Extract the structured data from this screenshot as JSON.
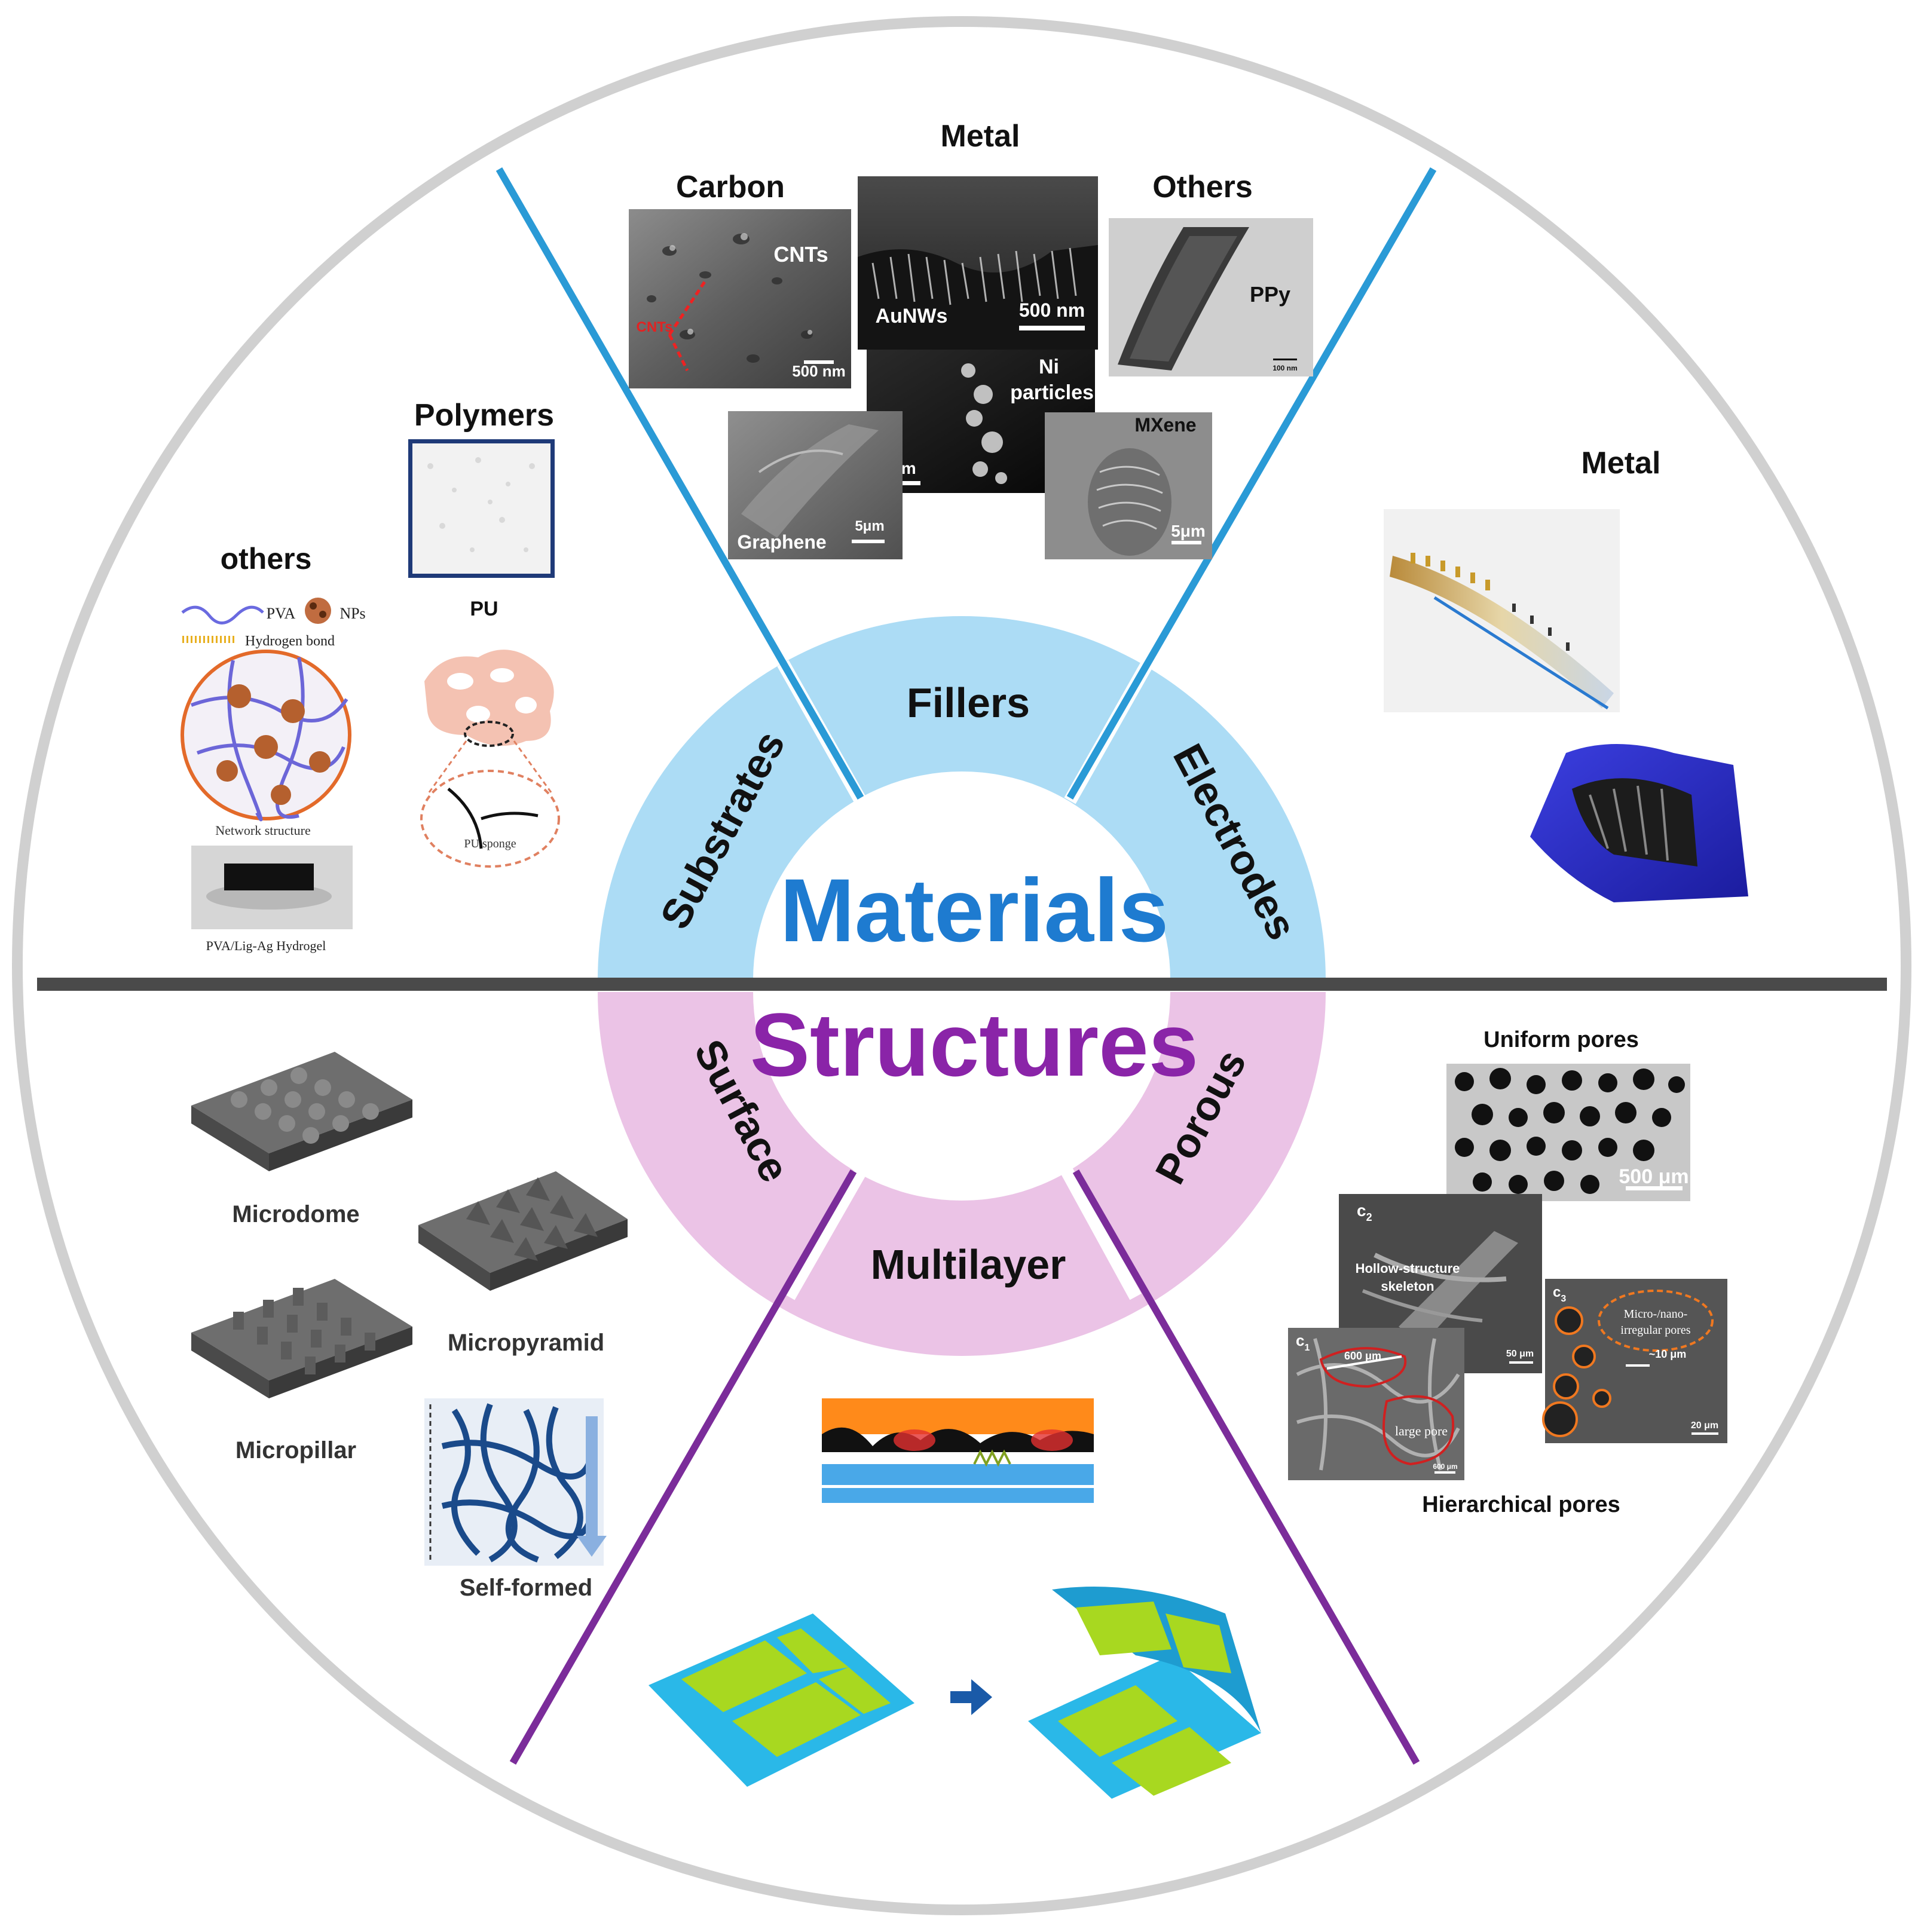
{
  "colors": {
    "materials_ring": "#acdcf5",
    "structures_ring": "#ebc3e6",
    "materials_text": "#1e7bd0",
    "structures_text": "#8a24a8",
    "materials_lines": "#2a9ad6",
    "structures_lines": "#7b2c9a",
    "divider": "#4a4a4a",
    "outer_circle": "#d0d0d0"
  },
  "center": {
    "materials": "Materials",
    "structures": "Structures"
  },
  "ring": {
    "fillers": "Fillers",
    "substrates": "Substrates",
    "electrodes": "Electrodes",
    "surface": "Surface",
    "multilayer": "Multilayer",
    "porous": "Porous"
  },
  "fillers": {
    "metal": "Metal",
    "carbon": "Carbon",
    "others": "Others",
    "cnts_label": "CNTs",
    "cnts_arrow_label": "CNTs",
    "scale_500nm_a": "500 nm",
    "aunws_label": "AuNWs",
    "scale_500nm_b": "500 nm",
    "ppy_label": "PPy",
    "scale_100nm": "100 nm",
    "ni_label_1": "Ni",
    "ni_label_2": "particles",
    "scale_5um_ni": "5 μm",
    "mxene_label": "MXene",
    "scale_5um_mx": "5μm",
    "graphene_label": "Graphene",
    "scale_5um_gr": "5μm"
  },
  "substrates": {
    "polymers": "Polymers",
    "pu": "PU",
    "pu_sponge": "PU sponge",
    "others": "others",
    "pva": "PVA",
    "nps": "NPs",
    "hydrogen_bond": "Hydrogen bond",
    "network_structure": "Network structure",
    "hydrogel": "PVA/Lig-Ag Hydrogel"
  },
  "electrodes": {
    "metal": "Metal"
  },
  "surface": {
    "microdome": "Microdome",
    "micropyramid": "Micropyramid",
    "micropillar": "Micropillar",
    "self_formed": "Self-formed"
  },
  "porous": {
    "uniform": "Uniform pores",
    "scale_500um": "500 μm",
    "c2": "c",
    "c2_sub": "2",
    "hollow_1": "Hollow-structure",
    "hollow_2": "skeleton",
    "scale_50um": "50 μm",
    "c1": "c",
    "c1_sub": "1",
    "size_600um": "600 μm",
    "large_pore": "large pore",
    "scale_600um": "600 μm",
    "c3": "c",
    "c3_sub": "3",
    "micro_1": "Micro-/nano-",
    "micro_2": "irregular pores",
    "size_10um": "~10 μm",
    "scale_20um": "20 μm",
    "hierarchical": "Hierarchical pores"
  }
}
